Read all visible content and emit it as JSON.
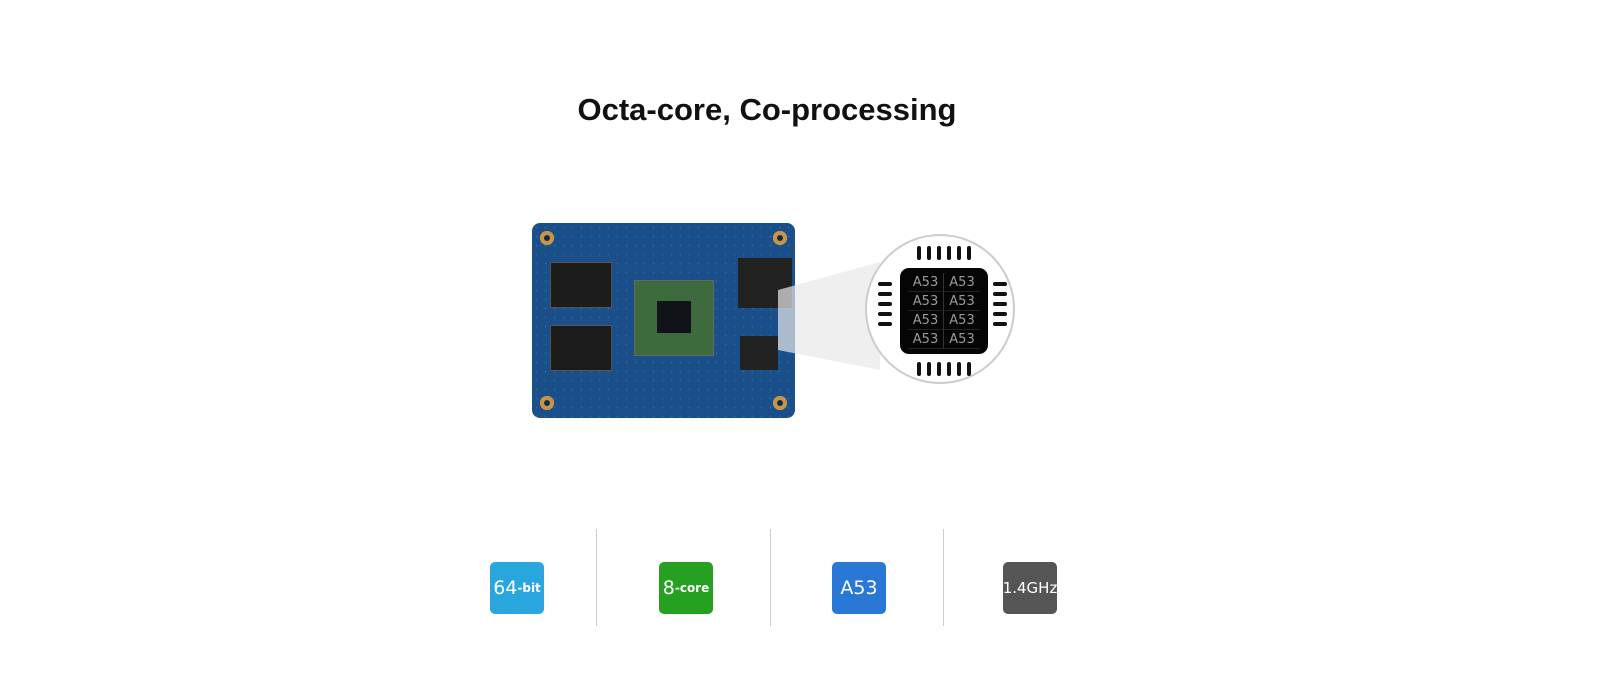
{
  "title": "Octa-core, Co-processing",
  "chip_cores": [
    "A53",
    "A53",
    "A53",
    "A53",
    "A53",
    "A53",
    "A53",
    "A53"
  ],
  "features": [
    {
      "main": "64",
      "suffix": "-bit",
      "color": "#2aa6df"
    },
    {
      "main": "8",
      "suffix": "-core",
      "color": "#26a020"
    },
    {
      "main": "A53",
      "suffix": "",
      "color": "#2a78d6"
    },
    {
      "main": "1.4GHz",
      "suffix": "",
      "color": "#555555"
    }
  ]
}
